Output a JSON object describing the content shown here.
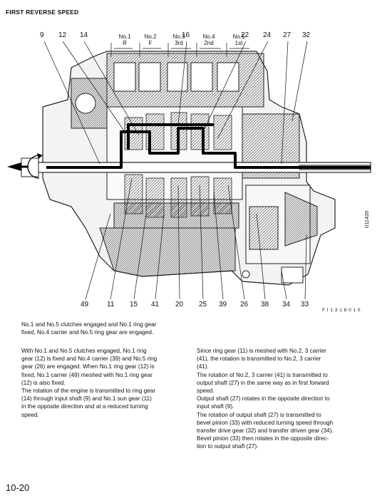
{
  "title": "FIRST REVERSE SPEED",
  "diagram": {
    "top_callouts": [
      "9",
      "12",
      "14",
      "16",
      "22",
      "24",
      "27",
      "32"
    ],
    "clutch_labels": [
      {
        "top": "No.1",
        "bottom": "R"
      },
      {
        "top": "No.2",
        "bottom": "F"
      },
      {
        "top": "No.3",
        "bottom": "3rd"
      },
      {
        "top": "No.4",
        "bottom": "2nd"
      },
      {
        "top": "No.5",
        "bottom": "1st"
      }
    ],
    "bottom_callouts": [
      "49",
      "11",
      "15",
      "41",
      "20",
      "25",
      "39",
      "26",
      "38",
      "34",
      "33"
    ],
    "figure_code": "F I 1 3 1 8 0 1 0",
    "side_code": "011420"
  },
  "caption": {
    "line1": "No.1 and No.5 clutches engaged and No.1 ring gear",
    "line2": "fixed, No.4 carrier and No.5 ring gear are engaged."
  },
  "left_col": [
    "With No.1 and No.5 clutches engaged, No.1 ring",
    "gear (12) is fixed and No.4 carrier (39) and No.5 ring",
    "gear (26) are engaged. When No.1 ring gear (12) is",
    "fixed, No.1 carrier (49) meshed with No.1 ring gear",
    "(12) is also fixed.",
    "The rotation of the engine is transmitted to ring gear",
    "(14) through input shaft (9) and No.1 sun gear (11)",
    "in the opposite direction and at a reduced turning",
    "speed."
  ],
  "right_col": [
    "Since ring gear (11) is meshed with No.2, 3 carrier",
    "(41), the rotation is transmitted to No.2, 3 carrier",
    "(41).",
    "The rotation of No.2, 3 carrier (41) is transmitted to",
    "output shaft (27) in the same way as in first forward",
    "speed.",
    "Output shaft (27) rotates in the opposite direction to",
    "input shaft (9).",
    "The rotation of output shaft (27) is transmitted to",
    "bevel pinion (33) with reduced turning speed through",
    "transfer drive gear (32) and transfer driven gear (34).",
    "Bevel pinion (33) then rotates in the opposite direc-",
    "tion to output shaft (27)."
  ],
  "page_number": "10-20"
}
